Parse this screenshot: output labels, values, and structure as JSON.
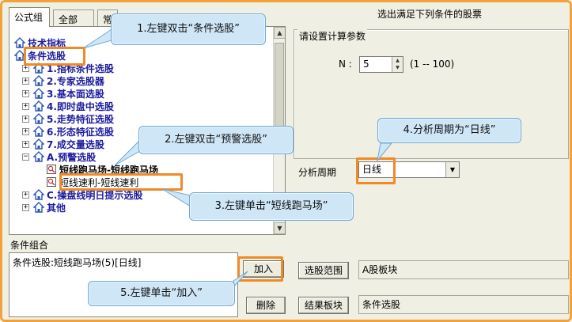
{
  "left": {
    "tabs": [
      "公式组",
      "全部",
      "常"
    ],
    "tree": [
      {
        "label": "技术指标",
        "indent": 0,
        "expander": "",
        "icon": "house-icon"
      },
      {
        "label": "条件选股",
        "indent": 0,
        "expander": "",
        "icon": "house-icon"
      },
      {
        "label": "1.指标条件选股",
        "indent": 1,
        "expander": "+",
        "icon": "house-icon"
      },
      {
        "label": "2.专家选股器",
        "indent": 1,
        "expander": "+",
        "icon": "house-icon"
      },
      {
        "label": "3.基本面选股",
        "indent": 1,
        "expander": "+",
        "icon": "house-icon"
      },
      {
        "label": "4.即时盘中选股",
        "indent": 1,
        "expander": "+",
        "icon": "house-icon"
      },
      {
        "label": "5.走势特征选股",
        "indent": 1,
        "expander": "+",
        "icon": "house-icon"
      },
      {
        "label": "6.形态特征选股",
        "indent": 1,
        "expander": "+",
        "icon": "house-icon"
      },
      {
        "label": "7.成交量选股",
        "indent": 1,
        "expander": "+",
        "icon": "house-icon"
      },
      {
        "label": "A.预警选股",
        "indent": 1,
        "expander": "−",
        "icon": "house-icon"
      },
      {
        "label": "短线跑马场-短线跑马场",
        "indent": 2,
        "expander": "",
        "icon": "formula-icon",
        "leaf": true,
        "selected": true
      },
      {
        "label": "短线速利-短线速利",
        "indent": 2,
        "expander": "",
        "icon": "formula-icon",
        "leaf": true
      },
      {
        "label": "C.操盘线明日提示选股",
        "indent": 1,
        "expander": "+",
        "icon": "house-icon"
      },
      {
        "label": "其他",
        "indent": 1,
        "expander": "+",
        "icon": "house-icon"
      }
    ],
    "condition_group_label": "条件组合",
    "condition_text": "条件选股:短线跑马场(5)[日线]",
    "add_button": "加入",
    "delete_button": "删除"
  },
  "right": {
    "title": "选出满足下列条件的股票",
    "param_group_title": "请设置计算参数",
    "n_label": "N :",
    "n_value": "5",
    "n_range": "(1 -- 100)",
    "period_label": "分析周期",
    "period_value": "日线",
    "range_button": "选股范围",
    "range_value": "A股板块",
    "result_button": "结果板块",
    "result_value": "条件选股"
  },
  "callouts": {
    "step1": "1.左键双击“条件选股”",
    "step2": "2.左键双击“预警选股”",
    "step3": "3.左键单击“短线跑马场”",
    "step4": "4.分析周期为“日线”",
    "step5": "5.左键单击“加入”"
  },
  "colors": {
    "frame_border": "#f3a23a",
    "highlight": "#f08a24",
    "callout_bg": "#cfe6f7",
    "tree_text": "#1c1c9e"
  }
}
